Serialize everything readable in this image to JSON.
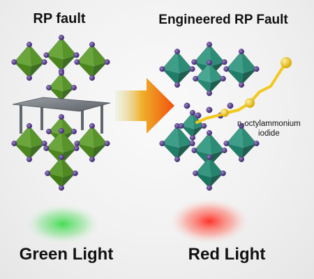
{
  "left_panel": {
    "title": "RP fault",
    "caption": "Green Light",
    "colors": {
      "octahedron": "#6aa63c",
      "octahedron_dark": "#3e6e24",
      "glow": "#3ddc4a",
      "spacer_plate": "#7b8187"
    }
  },
  "right_panel": {
    "title": "Engineered RP Fault",
    "caption": "Red Light",
    "colors": {
      "octahedron": "#3f9e88",
      "octahedron_dark": "#1f5e50",
      "glow": "#ff3b30"
    }
  },
  "ligand": {
    "label_line1": "n-octylammonium",
    "label_line2": "iodide",
    "color": "#f2c81a"
  },
  "atom_color": "#5a3e8f",
  "arrow_gradient": [
    "#d9e6b8",
    "#f0b02a",
    "#f25a10"
  ]
}
